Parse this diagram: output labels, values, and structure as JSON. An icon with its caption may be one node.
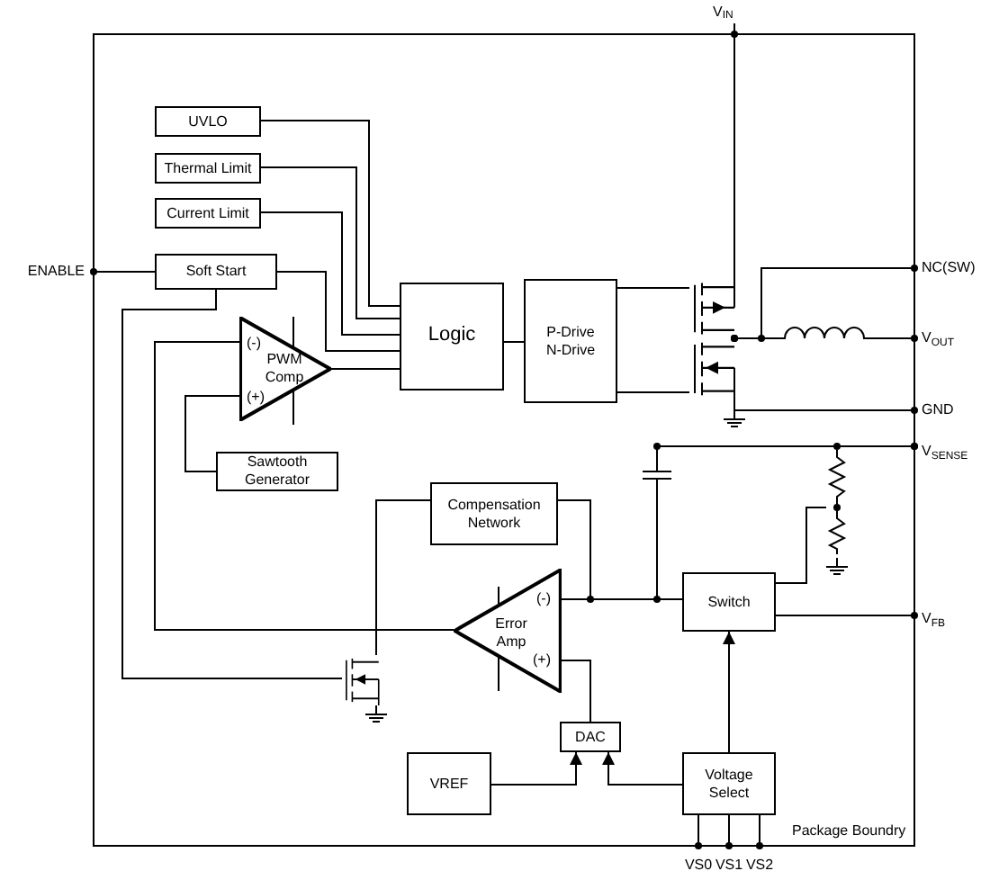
{
  "diagram": {
    "nodes": [
      {
        "text": [
          "V$_{IN}$"
        ]
      },
      {
        "text": [
          "UVLO"
        ]
      },
      {
        "text": [
          "Thermal Limit"
        ]
      },
      {
        "text": [
          "Current Limit"
        ]
      },
      {
        "text": [
          "ENABLE"
        ]
      },
      {
        "text": [
          "Soft Start"
        ]
      },
      {
        "text": [
          "(-)",
          "PWM Comp",
          "(+)"
        ]
      },
      {
        "text": [
          "Logic"
        ]
      },
      {
        "text": [
          "P-Drive",
          "N-Drive"
        ]
      },
      {
        "text": [
          "NC(SW)"
        ]
      },
      {
        "text": [
          "V$_{OUT}$"
        ]
      },
      {
        "text": [
          "GND"
        ]
      },
      {
        "text": [
          "Sawtooth Generator"
        ]
      },
      {
        "text": [
          "Compensation Network"
        ]
      },
      {
        "text": [
          "V$_{SENSE}$"
        ]
      },
      {
        "text": [
          "(-)",
          "Error Amp",
          "(+)"
        ]
      },
      {
        "text": [
          "Switch"
        ]
      },
      {
        "text": [
          "V$_{FB}$"
        ]
      },
      {
        "text": [
          "DAC"
        ]
      },
      {
        "text": [
          "VREF"
        ]
      },
      {
        "text": [
          "Voltage Select"
        ]
      },
      {
        "text": [
          "VS0"
        ]
      },
      {
        "text": [
          "VS1"
        ]
      },
      {
        "text": [
          "VS2"
        ]
      },
      {
        "text": [],
        "shape": "transistor"
      },
      {
        "text": [],
        "shape": "transistor"
      },
      {
        "text": [],
        "shape": "inductor"
      },
      {
        "text": [],
        "shape": "transistor"
      },
      {
        "text": [],
        "shape": "capacitor"
      },
      {
        "text": [],
        "shape": "resistor"
      }
    ],
    "edges": [
      {
        "from": 1,
        "to": 7,
        "arrow": "none"
      },
      {
        "from": 2,
        "to": 7,
        "arrow": "none"
      },
      {
        "from": 3,
        "to": 7,
        "arrow": "none"
      },
      {
        "from": 5,
        "to": 7,
        "arrow": "none"
      },
      {
        "from": 6,
        "to": 7,
        "arrow": "none"
      },
      {
        "from": 4,
        "to": 5,
        "arrow": "other"
      },
      {
        "from": 5,
        "to": 27,
        "arrow": "none"
      },
      {
        "from": 27,
        "to": 13,
        "arrow": "none"
      },
      {
        "from": 7,
        "to": 8,
        "arrow": "none"
      },
      {
        "from": 8,
        "to": 24,
        "arrow": "none"
      },
      {
        "from": 8,
        "to": 25,
        "arrow": "none"
      },
      {
        "from": 0,
        "to": 24,
        "arrow": "none"
      },
      {
        "from": 24,
        "to": 26,
        "arrow": "other"
      },
      {
        "from": 25,
        "to": 26,
        "arrow": "other"
      },
      {
        "from": 26,
        "to": 10,
        "arrow": "other"
      },
      {
        "from": 24,
        "to": 9,
        "arrow": "other"
      },
      {
        "from": 25,
        "to": 11,
        "arrow": "other"
      },
      {
        "from": 12,
        "to": 6,
        "arrow": "none"
      },
      {
        "from": 15,
        "to": 6,
        "arrow": "none"
      },
      {
        "from": 14,
        "to": 28,
        "arrow": "other"
      },
      {
        "from": 14,
        "to": 29,
        "arrow": "other"
      },
      {
        "from": 29,
        "to": 16,
        "arrow": "none"
      },
      {
        "from": 28,
        "to": 15,
        "arrow": "none"
      },
      {
        "from": 16,
        "to": 15,
        "arrow": "none"
      },
      {
        "from": 13,
        "to": 15,
        "arrow": "none"
      },
      {
        "from": 16,
        "to": 17,
        "arrow": "other"
      },
      {
        "from": 18,
        "to": 15,
        "arrow": "none"
      },
      {
        "from": 19,
        "to": 18,
        "arrow": "to"
      },
      {
        "from": 20,
        "to": 18,
        "arrow": "to"
      },
      {
        "from": 20,
        "to": 16,
        "arrow": "to"
      },
      {
        "from": 21,
        "to": 20,
        "arrow": "other"
      },
      {
        "from": 22,
        "to": 20,
        "arrow": "other"
      },
      {
        "from": 23,
        "to": 20,
        "arrow": "other"
      }
    ],
    "labels": [
      "Package Boundry"
    ]
  }
}
